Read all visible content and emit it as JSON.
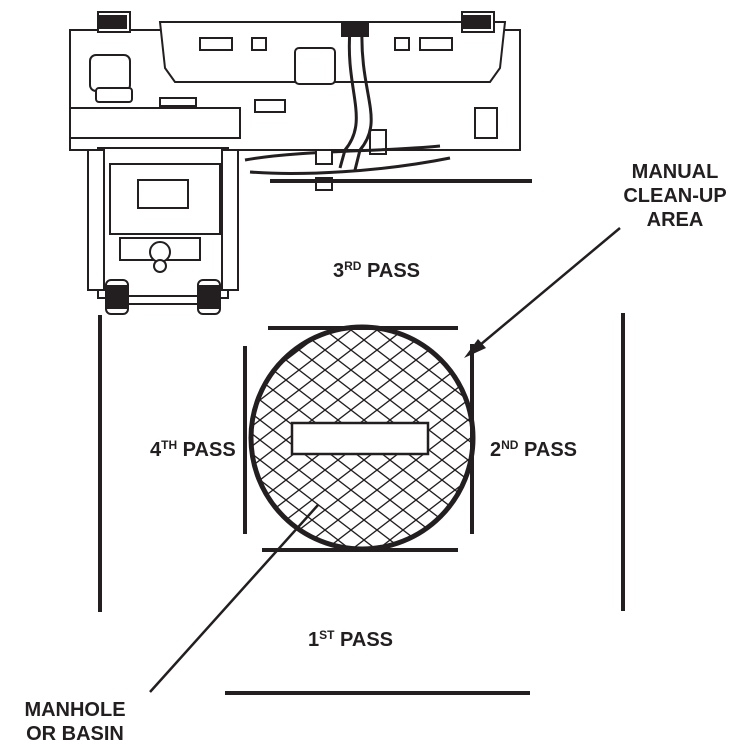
{
  "colors": {
    "ink": "#231f20",
    "background": "#ffffff"
  },
  "labels": {
    "pass1": {
      "main": "1",
      "sup": "ST",
      "rest": " PASS"
    },
    "pass2": {
      "main": "2",
      "sup": "ND",
      "rest": " PASS"
    },
    "pass3": {
      "main": "3",
      "sup": "RD",
      "rest": " PASS"
    },
    "pass4": {
      "main": "4",
      "sup": "TH",
      "rest": " PASS"
    },
    "manual_area": [
      "MANUAL",
      "CLEAN-UP",
      "AREA"
    ],
    "manhole": [
      "MANHOLE",
      "OR BASIN"
    ]
  },
  "icons": {
    "machine": "sweeper-machine-icon"
  }
}
